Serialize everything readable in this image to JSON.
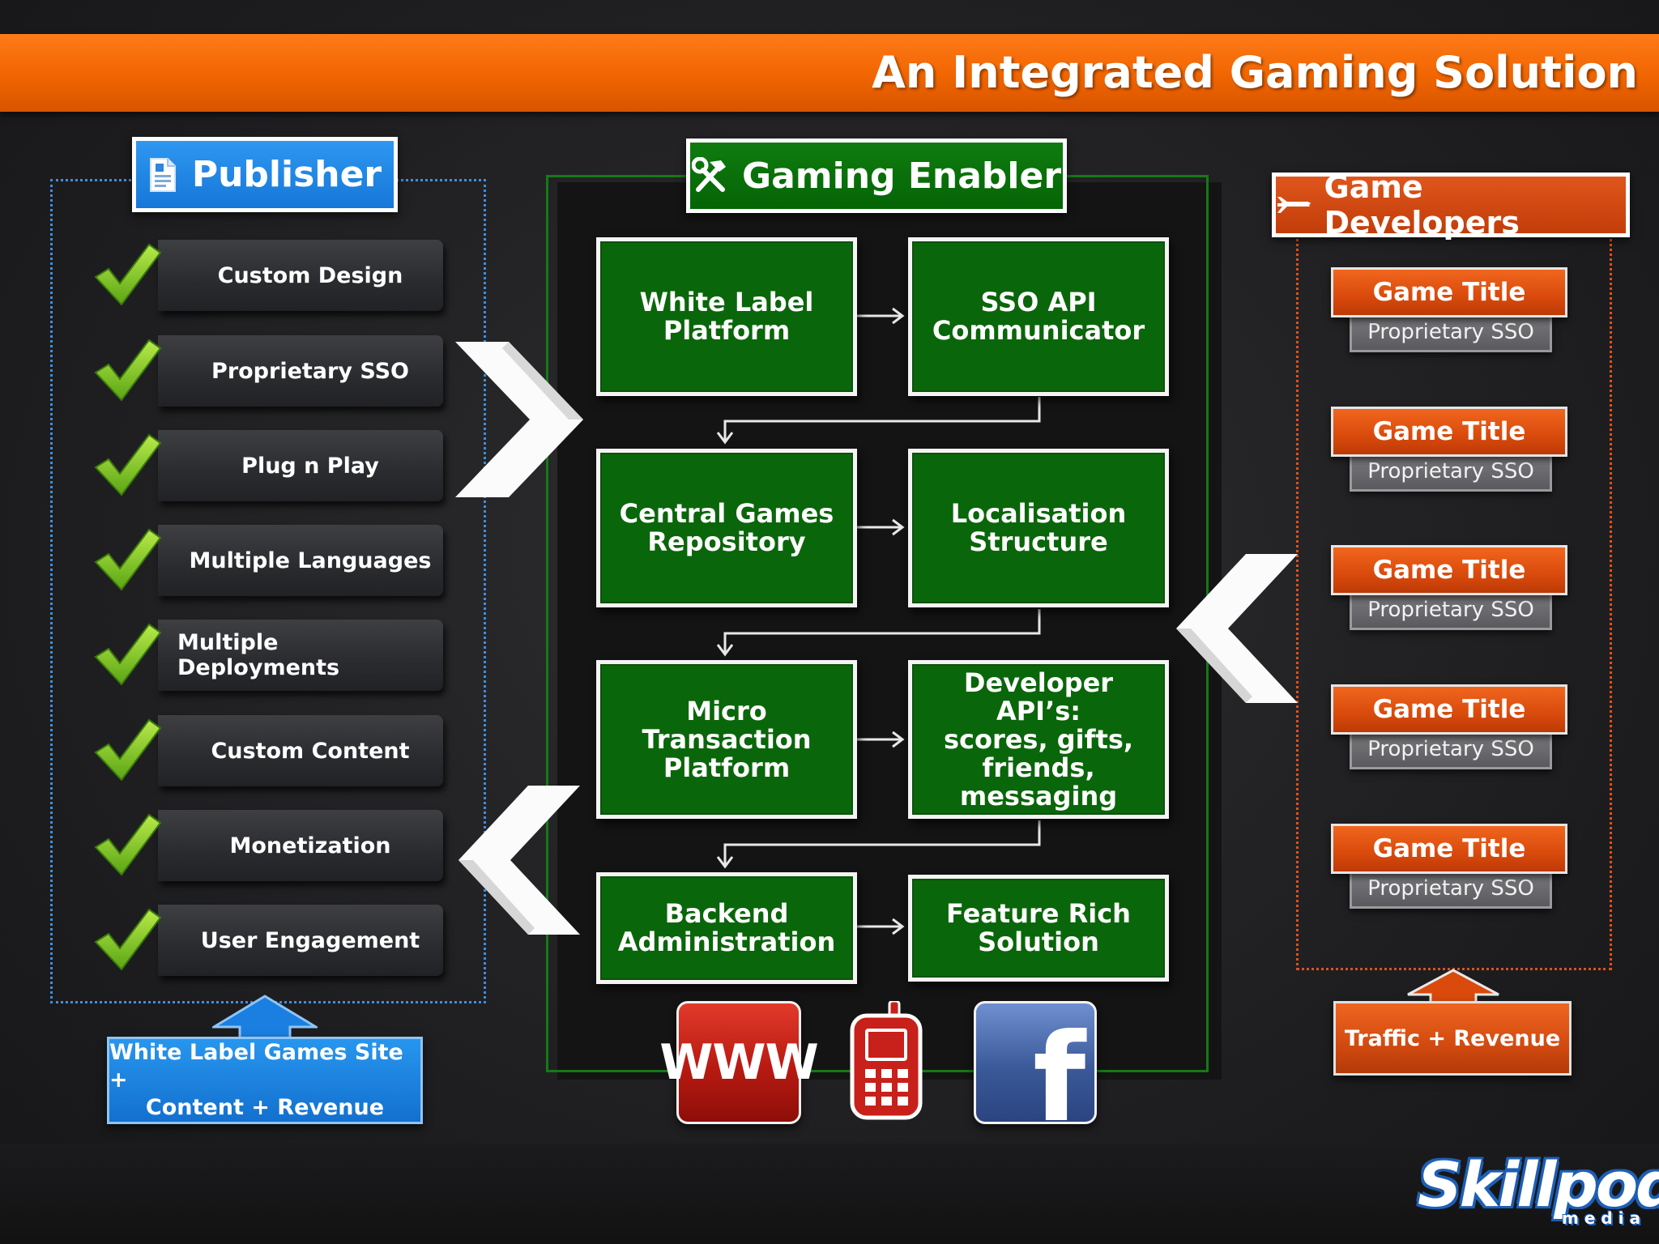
{
  "header": {
    "title": "An Integrated Gaming Solution"
  },
  "publisher": {
    "title": "Publisher",
    "icon": "document-icon",
    "items": [
      "Custom Design",
      "Proprietary SSO",
      "Plug n Play",
      "Multiple Languages",
      "Multiple Deployments",
      "Custom Content",
      "Monetization",
      "User Engagement"
    ],
    "footer_line1": "White Label Games Site +",
    "footer_line2": "Content + Revenue",
    "color": "#1a7fe0"
  },
  "enabler": {
    "title": "Gaming Enabler",
    "icon": "tools-icon",
    "color": "#0a660a",
    "nodes": [
      "White Label\nPlatform",
      "SSO API\nCommunicator",
      "Central Games\nRepository",
      "Localisation\nStructure",
      "Micro\nTransaction\nPlatform",
      "Developer API’s:\nscores, gifts,\nfriends,\nmessaging",
      "Backend\nAdministration",
      "Feature Rich\nSolution"
    ],
    "platforms": {
      "web": "WWW",
      "mobile": "mobile-phone-icon",
      "social": "facebook-icon",
      "facebook_letter": "f"
    }
  },
  "developers": {
    "title": "Game Developers",
    "icon": "plane-icon",
    "color": "#d94a0c",
    "games": [
      {
        "title": "Game Title",
        "sso": "Proprietary SSO"
      },
      {
        "title": "Game Title",
        "sso": "Proprietary SSO"
      },
      {
        "title": "Game Title",
        "sso": "Proprietary SSO"
      },
      {
        "title": "Game Title",
        "sso": "Proprietary SSO"
      },
      {
        "title": "Game Title",
        "sso": "Proprietary SSO"
      }
    ],
    "footer": "Traffic + Revenue"
  },
  "logo": {
    "name": "Skillpod",
    "sub": "media"
  }
}
